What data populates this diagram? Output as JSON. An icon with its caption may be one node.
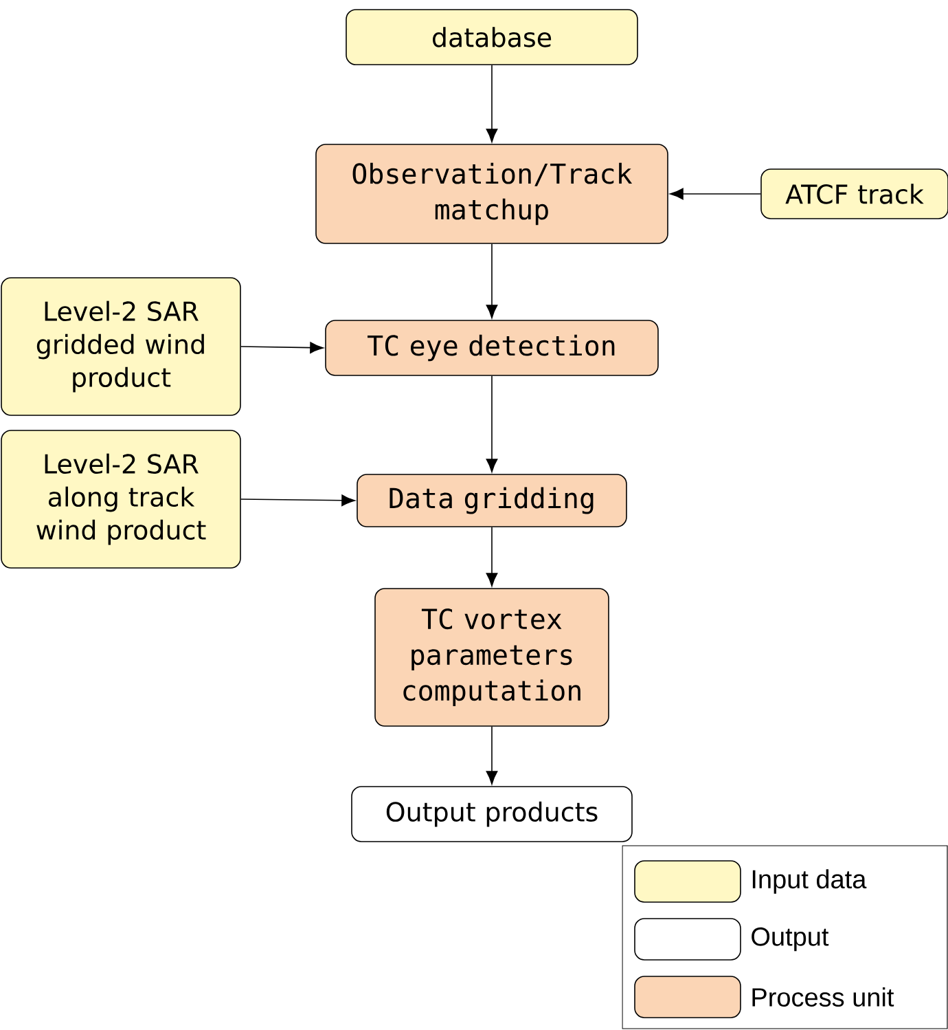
{
  "diagram": {
    "nodes": [
      {
        "text": [
          "database"
        ]
      },
      {
        "text": [
          "Observation/Track matchup"
        ]
      },
      {
        "text": [
          "ATCF track"
        ]
      },
      {
        "text": [
          "Level-2 SAR gridded wind product"
        ]
      },
      {
        "text": [
          "TC eye detection"
        ]
      },
      {
        "text": [
          "Level-2 SAR along track wind product"
        ]
      },
      {
        "text": [
          "Data gridding"
        ]
      },
      {
        "text": [
          "TC vortex parameters computation"
        ]
      },
      {
        "text": [
          "Output products"
        ]
      }
    ],
    "edges": [
      {
        "from": 0,
        "to": 1,
        "arrow": "to"
      },
      {
        "from": 2,
        "to": 1,
        "arrow": "to"
      },
      {
        "from": 1,
        "to": 4,
        "arrow": "to"
      },
      {
        "from": 3,
        "to": 4,
        "arrow": "to"
      },
      {
        "from": 4,
        "to": 6,
        "arrow": "to"
      },
      {
        "from": 5,
        "to": 6,
        "arrow": "to"
      },
      {
        "from": 6,
        "to": 7,
        "arrow": "to"
      },
      {
        "from": 7,
        "to": 8,
        "arrow": "to"
      }
    ],
    "legend": [
      {
        "text": "Input data",
        "color": "#fff8c4"
      },
      {
        "text": "Output"
      },
      {
        "text": "Process unit",
        "color": "#fbd5b5"
      }
    ]
  }
}
